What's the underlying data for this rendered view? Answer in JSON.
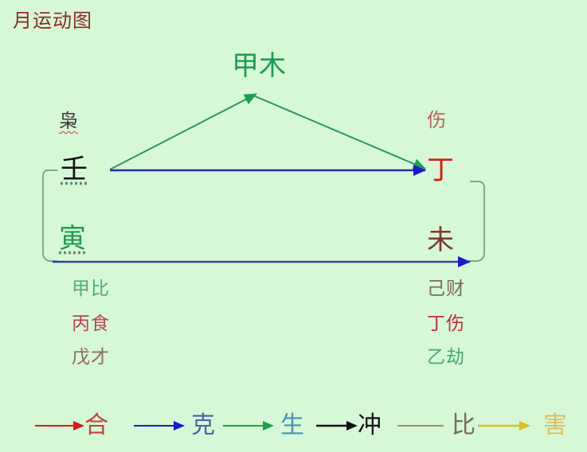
{
  "title": "月运动图",
  "top_node": {
    "label": "甲木",
    "color": "#1f9a50"
  },
  "left_column": {
    "god": {
      "label": "枭",
      "color": "#3a3a3a"
    },
    "stem": {
      "label": "壬",
      "color": "#111111"
    },
    "branch": {
      "label": "寅",
      "color": "#1f9a50"
    },
    "hidden": [
      {
        "label": "甲比",
        "color": "#5aa878"
      },
      {
        "label": "丙食",
        "color": "#b8454f"
      },
      {
        "label": "戊才",
        "color": "#8a6a5a"
      }
    ]
  },
  "right_column": {
    "god": {
      "label": "伤",
      "color": "#b86060"
    },
    "stem": {
      "label": "丁",
      "color": "#d21c1c"
    },
    "branch": {
      "label": "未",
      "color": "#7a3a32"
    },
    "hidden": [
      {
        "label": "己财",
        "color": "#7a6a5a"
      },
      {
        "label": "丁伤",
        "color": "#b83040"
      },
      {
        "label": "乙劫",
        "color": "#4aa870"
      }
    ]
  },
  "relations": [
    {
      "from": "壬",
      "to": "甲木",
      "type": "生",
      "color": "#1f9a50"
    },
    {
      "from": "甲木",
      "to": "丁",
      "type": "生",
      "color": "#1f9a50"
    },
    {
      "from": "壬",
      "to": "丁",
      "type": "克",
      "color": "#1a1acc"
    },
    {
      "from": "寅",
      "to": "未",
      "type": "克",
      "color": "#1a1acc"
    }
  ],
  "legend": [
    {
      "label": "合",
      "line_color": "#d21c1c",
      "text_color": "#c44040",
      "arrow": true
    },
    {
      "label": "克",
      "line_color": "#1a1acc",
      "text_color": "#5060a8",
      "arrow": true
    },
    {
      "label": "生",
      "line_color": "#1fa050",
      "text_color": "#4a90b8",
      "arrow": true
    },
    {
      "label": "冲",
      "line_color": "#111111",
      "text_color": "#111111",
      "arrow": true
    },
    {
      "label": "比",
      "line_color": "#9a6a50",
      "text_color": "#7a6a5a",
      "arrow": false
    },
    {
      "label": "害",
      "line_color": "#d8c020",
      "text_color": "#d8c060",
      "arrow": true
    }
  ]
}
